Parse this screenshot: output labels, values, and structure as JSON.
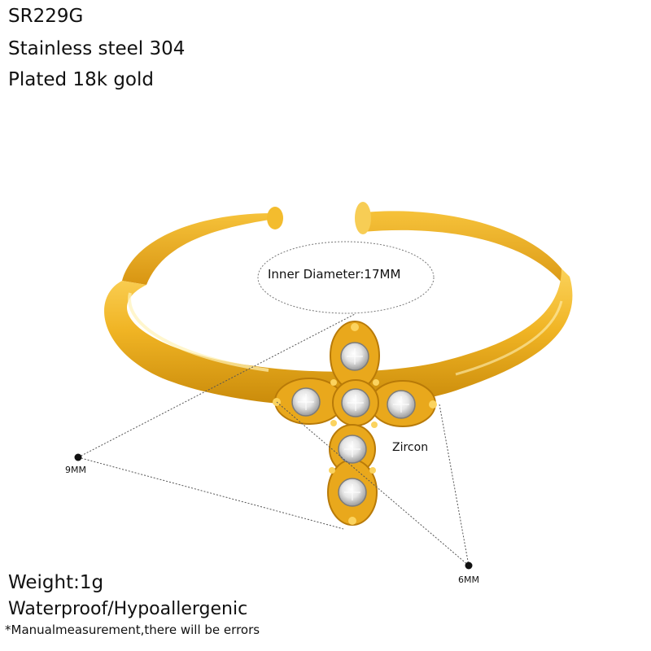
{
  "product": {
    "code": "SR229G",
    "material": "Stainless steel 304",
    "plating": "Plated 18k gold"
  },
  "specs": {
    "weight": "Weight:1g",
    "features": "Waterproof/Hypoallergenic",
    "note": "*Manualmeasurement,there will be errors"
  },
  "annotations": {
    "inner_diameter": "Inner Diameter:17MM",
    "stone": "Zircon",
    "length": "9MM",
    "width": "6MM"
  },
  "colors": {
    "gold": "#e8a81a",
    "gold_dark": "#b87a08",
    "gold_light": "#fde07a",
    "stone": "#f2f2f2"
  },
  "icons": [
    "ring-photo",
    "cross-pendant-icon",
    "zircon-stone-icon"
  ]
}
